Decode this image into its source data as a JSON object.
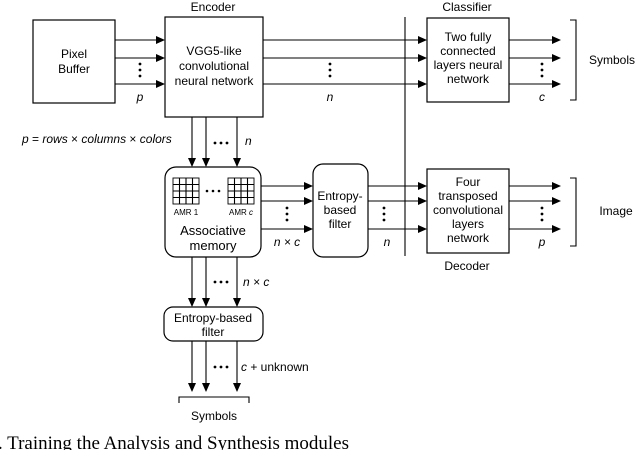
{
  "encoder": {
    "title": "Encoder",
    "lines": [
      "VGG5-like",
      "convolutional",
      "neural network"
    ]
  },
  "pixel_buffer": {
    "lines": [
      "Pixel",
      "Buffer"
    ]
  },
  "classifier": {
    "title": "Classifier",
    "lines": [
      "Two fully",
      "connected",
      "layers neural",
      "network"
    ]
  },
  "decoder": {
    "title": "Decoder",
    "lines": [
      "Four",
      "transposed",
      "convolutional",
      "layers",
      "network"
    ]
  },
  "associative_memory": {
    "lines": [
      "Associative",
      "memory"
    ],
    "amr_first": "AMR 1",
    "amr_last_prefix": "AMR ",
    "amr_last_var": "c"
  },
  "entropy_filter_right": {
    "lines": [
      "Entropy-",
      "based",
      "filter"
    ]
  },
  "entropy_filter_bottom": {
    "lines": [
      "Entropy-based",
      "filter"
    ]
  },
  "outputs": {
    "symbols_right": "Symbols",
    "image": "Image",
    "symbols_bottom": "Symbols"
  },
  "labels": {
    "p_pixel": "p",
    "n_encoder": "n",
    "c_classifier": "c",
    "p_def_p": "p",
    "p_def_eq": " = ",
    "p_def_rows": "rows",
    "p_def_x1": " × ",
    "p_def_cols": "columns",
    "p_def_x2": " × ",
    "p_def_colors": "colors",
    "n_enc_down": "n",
    "nc_mem": "n × c",
    "n_filter": "n",
    "p_decoder": "p",
    "nc_down": "n × c",
    "c_unknown_c": "c",
    "c_unknown_rest": " + unknown"
  },
  "caption": ". Training the Analysis and Synthesis modules"
}
